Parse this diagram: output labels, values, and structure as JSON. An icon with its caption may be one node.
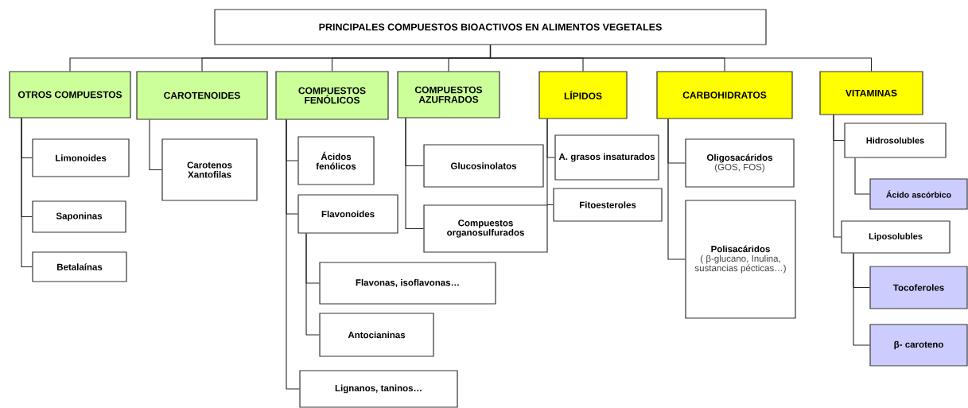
{
  "diagram": {
    "nodes": [
      {
        "text": [
          "PRINCIPALES COMPUESTOS BIOACTIVOS EN ALIMENTOS VEGETALES"
        ]
      },
      {
        "text": [
          "OTROS COMPUESTOS"
        ]
      },
      {
        "text": [
          "CAROTENOIDES"
        ]
      },
      {
        "text": [
          "COMPUESTOS FENÓLICOS"
        ]
      },
      {
        "text": [
          "COMPUESTOS AZUFRADOS"
        ]
      },
      {
        "text": [
          "LÍPIDOS"
        ]
      },
      {
        "text": [
          "CARBOHIDRATOS"
        ]
      },
      {
        "text": [
          "VITAMINAS"
        ]
      },
      {
        "text": [
          "Limonoides"
        ]
      },
      {
        "text": [
          "Saponinas"
        ]
      },
      {
        "text": [
          "Betalaínas"
        ]
      },
      {
        "text": [
          "Carotenos Xantofilas"
        ]
      },
      {
        "text": [
          "Ácidos fenólicos"
        ]
      },
      {
        "text": [
          "Flavonoides"
        ]
      },
      {
        "text": [
          "Flavonas, isoflavonas…"
        ]
      },
      {
        "text": [
          "Antocianinas"
        ]
      },
      {
        "text": [
          "Lignanos, taninos…"
        ]
      },
      {
        "text": [
          "Glucosinolatos"
        ]
      },
      {
        "text": [
          "Compuestos organosulfurados"
        ]
      },
      {
        "text": [
          "A. grasos insaturados"
        ]
      },
      {
        "text": [
          "Fitoesteroles"
        ]
      },
      {
        "text": [
          "Oligosacáridos",
          "(GOS, FOS)"
        ]
      },
      {
        "text": [
          "Polisacáridos",
          "( β-glucano, Inulina, sustancias pécticas…)"
        ]
      },
      {
        "text": [
          "Hidrosolubles"
        ]
      },
      {
        "text": [
          "Ácido ascórbico"
        ]
      },
      {
        "text": [
          "Liposolubles"
        ]
      },
      {
        "text": [
          "Tocoferoles"
        ]
      },
      {
        "text": [
          "β- caroteno"
        ]
      }
    ],
    "edges": [
      {
        "from": 0,
        "to": 1,
        "arrow": "none"
      },
      {
        "from": 0,
        "to": 2,
        "arrow": "none"
      },
      {
        "from": 0,
        "to": 3,
        "arrow": "none"
      },
      {
        "from": 0,
        "to": 4,
        "arrow": "none"
      },
      {
        "from": 0,
        "to": 5,
        "arrow": "none"
      },
      {
        "from": 0,
        "to": 6,
        "arrow": "none"
      },
      {
        "from": 0,
        "to": 7,
        "arrow": "none"
      },
      {
        "from": 1,
        "to": 8,
        "arrow": "none"
      },
      {
        "from": 1,
        "to": 9,
        "arrow": "none"
      },
      {
        "from": 1,
        "to": 10,
        "arrow": "none"
      },
      {
        "from": 2,
        "to": 11,
        "arrow": "none"
      },
      {
        "from": 3,
        "to": 12,
        "arrow": "none"
      },
      {
        "from": 3,
        "to": 13,
        "arrow": "none"
      },
      {
        "from": 13,
        "to": 14,
        "arrow": "none"
      },
      {
        "from": 13,
        "to": 15,
        "arrow": "none"
      },
      {
        "from": 3,
        "to": 16,
        "arrow": "none"
      },
      {
        "from": 4,
        "to": 17,
        "arrow": "none"
      },
      {
        "from": 4,
        "to": 18,
        "arrow": "none"
      },
      {
        "from": 5,
        "to": 19,
        "arrow": "none"
      },
      {
        "from": 5,
        "to": 20,
        "arrow": "none"
      },
      {
        "from": 6,
        "to": 21,
        "arrow": "none"
      },
      {
        "from": 6,
        "to": 22,
        "arrow": "none"
      },
      {
        "from": 7,
        "to": 23,
        "arrow": "none"
      },
      {
        "from": 23,
        "to": 24,
        "arrow": "none"
      },
      {
        "from": 7,
        "to": 25,
        "arrow": "none"
      },
      {
        "from": 25,
        "to": 26,
        "arrow": "none"
      },
      {
        "from": 25,
        "to": 27,
        "arrow": "none"
      }
    ]
  }
}
